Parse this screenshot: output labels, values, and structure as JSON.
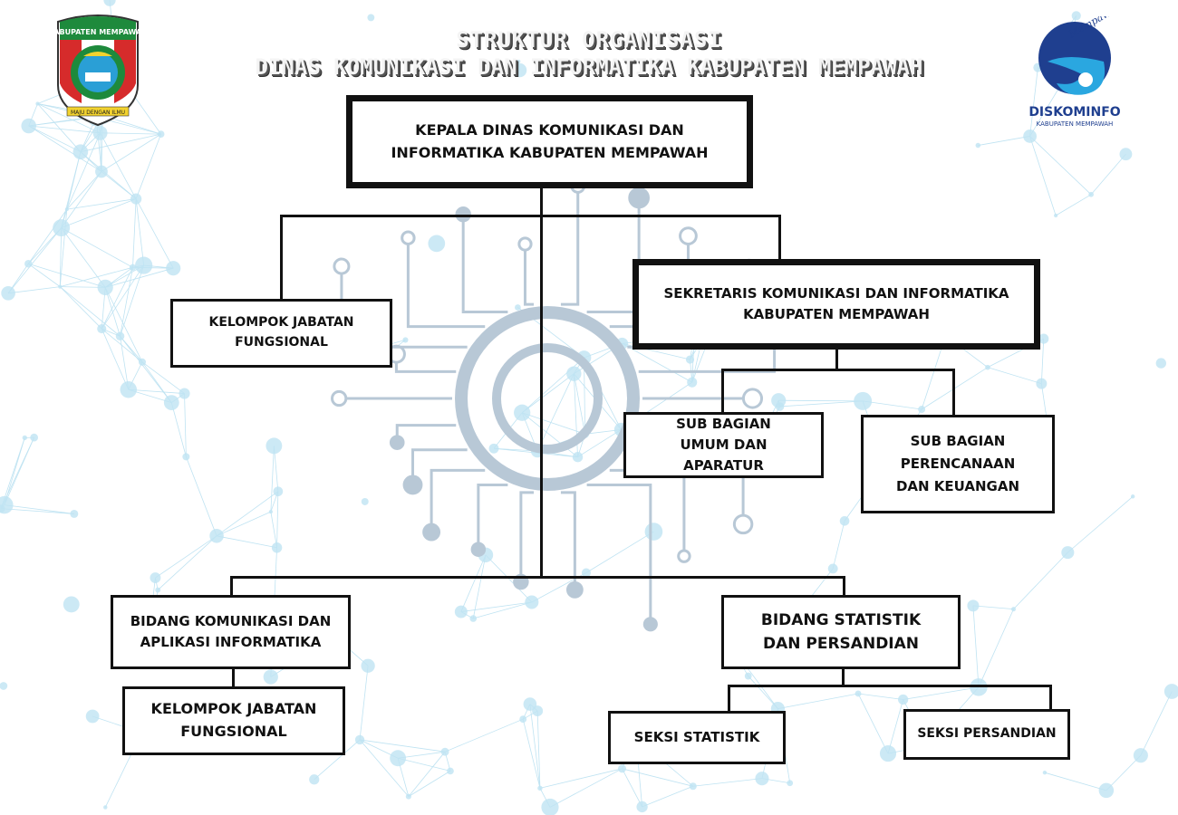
{
  "title": {
    "line1": "STRUKTUR ORGANISASI",
    "line2": "DINAS KOMUNIKASI DAN INFORMATIKA KABUPATEN MEMPAWAH"
  },
  "logos": {
    "left": {
      "name": "KABUPATEN MEMPAWAH",
      "motto": "MAJU DENGAN ILMU"
    },
    "right": {
      "script": "Mempawah Tim",
      "name": "DISKOMINFO",
      "sub": "KABUPATEN MEMPAWAH"
    }
  },
  "nodes": {
    "kepala": "KEPALA DINAS KOMUNIKASI DAN INFORMATIKA KABUPATEN MEMPAWAH",
    "kelompok_top": "KELOMPOK JABATAN FUNGSIONAL",
    "sekretaris": "SEKRETARIS KOMUNIKASI DAN INFORMATIKA KABUPATEN MEMPAWAH",
    "sub_umum": "SUB BAGIAN UMUM DAN APARATUR",
    "sub_perencanaan": "SUB BAGIAN PERENCANAAN DAN KEUANGAN",
    "bidang_kom": "BIDANG KOMUNIKASI DAN APLIKASI INFORMATIKA",
    "bidang_stat": "BIDANG STATISTIK DAN PERSANDIAN",
    "kelompok_bottom": "KELOMPOK JABATAN FUNGSIONAL",
    "seksi_stat": "SEKSI STATISTIK",
    "seksi_sandi": "SEKSI PERSANDIAN"
  },
  "colors": {
    "line": "#111111",
    "network": "#bfe3f2",
    "circuit": "#b8c8d6"
  }
}
